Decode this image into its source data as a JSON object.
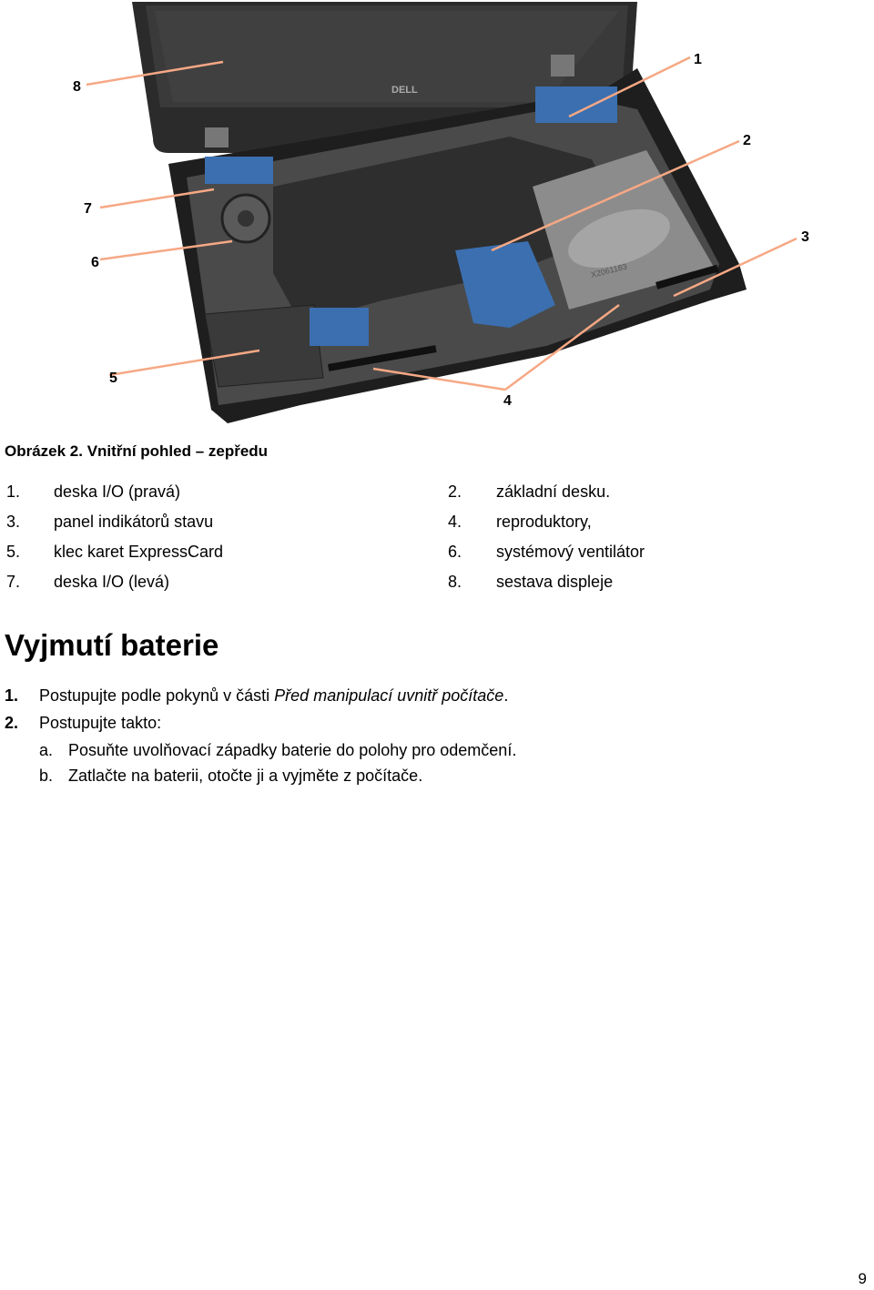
{
  "figure": {
    "brand": "DELL",
    "callouts": [
      "1",
      "2",
      "3",
      "4",
      "5",
      "6",
      "7",
      "8"
    ],
    "label_tag": "X2061183"
  },
  "caption": "Obrázek 2. Vnitřní pohled – zepředu",
  "legend": [
    {
      "n": "1.",
      "label": "deska I/O (pravá)"
    },
    {
      "n": "2.",
      "label": "základní desku."
    },
    {
      "n": "3.",
      "label": "panel indikátorů stavu"
    },
    {
      "n": "4.",
      "label": "reproduktory,"
    },
    {
      "n": "5.",
      "label": "klec karet ExpressCard"
    },
    {
      "n": "6.",
      "label": "systémový ventilátor"
    },
    {
      "n": "7.",
      "label": "deska I/O (levá)"
    },
    {
      "n": "8.",
      "label": "sestava displeje"
    }
  ],
  "section_title": "Vyjmutí baterie",
  "steps": {
    "s1_num": "1.",
    "s1_pre": "Postupujte podle pokynů v části ",
    "s1_em": "Před manipulací uvnitř počítače",
    "s1_post": ".",
    "s2_num": "2.",
    "s2_text": "Postupujte takto:",
    "a_num": "a.",
    "a_text": "Posuňte uvolňovací západky baterie do polohy pro odemčení.",
    "b_num": "b.",
    "b_text": "Zatlačte na baterii, otočte ji a vyjměte z počítače."
  },
  "page_number": "9"
}
